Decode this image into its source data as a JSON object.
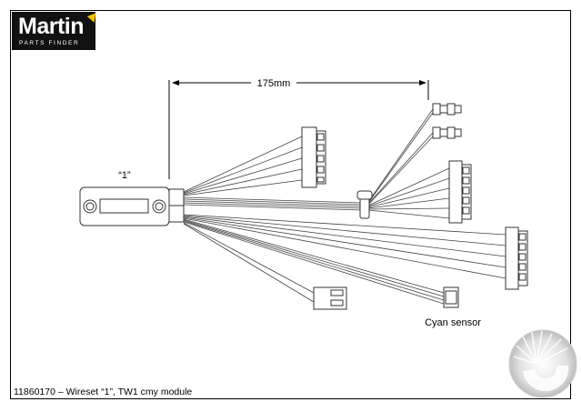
{
  "logo": {
    "brand": "Martin",
    "tagline": "PARTS FINDER",
    "accent_color": "#f2c400",
    "background_color": "#111111"
  },
  "diagram": {
    "dimension_label": "175mm",
    "part_label": "“1”",
    "sensor_label": "Cyan sensor",
    "line_color": "#333333"
  },
  "caption": "11860170 – Wireset “1”, TW1 cmy module",
  "watermark_icon": "martin-gradient-seal-icon"
}
